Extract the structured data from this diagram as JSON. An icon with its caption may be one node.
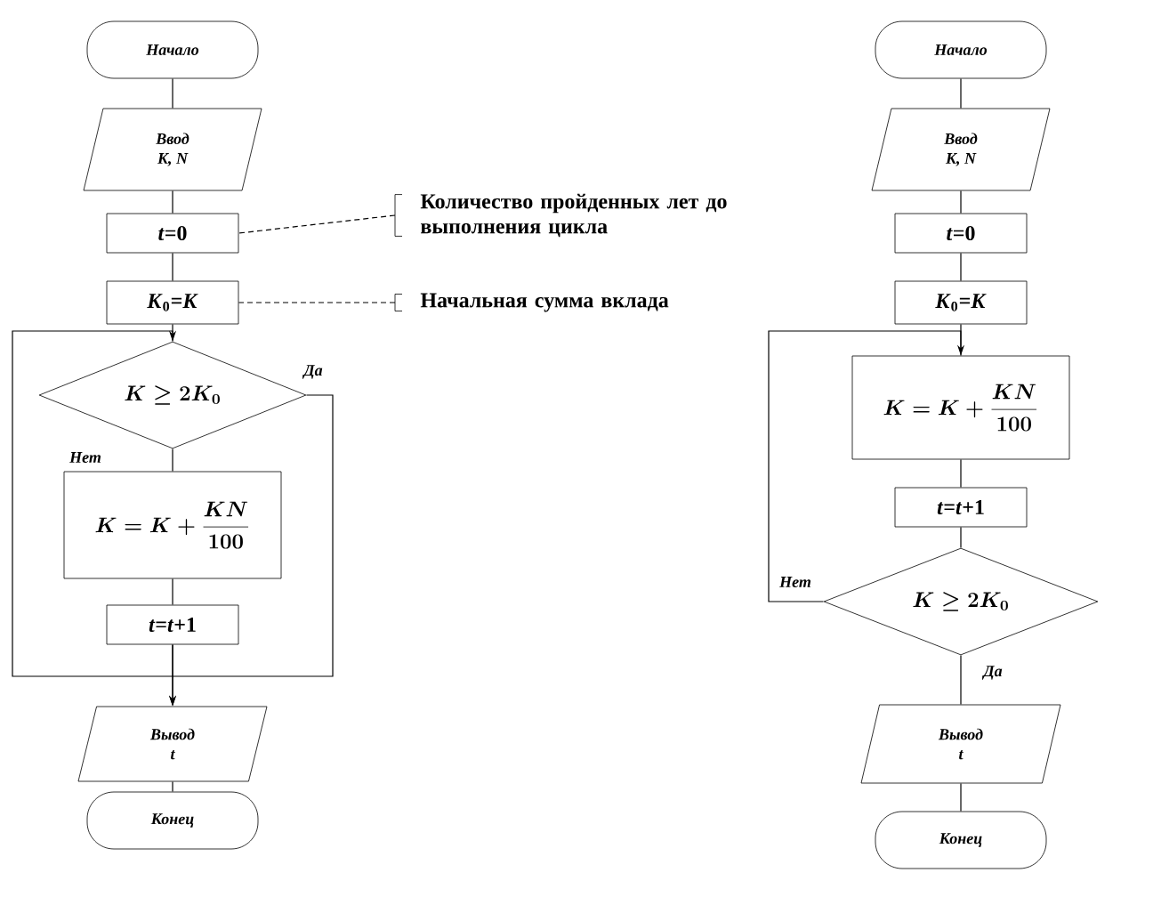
{
  "diagram": {
    "nodes": [
      {
        "text": [
          "Начало"
        ]
      },
      {
        "text": [
          "Ввод",
          "*K*, *N*"
        ]
      },
      {
        "text": [
          "*t*=0"
        ]
      },
      {
        "text": [
          "*K*$_{0}$=*K*"
        ]
      },
      {
        "text": [
          "K \\geq 2K_0"
        ]
      },
      {
        "text": [
          "K = K + \\frac{KN}{100}"
        ]
      },
      {
        "text": [
          "*t*=*t*+1"
        ]
      },
      {
        "text": [
          "Вывод",
          "*t*"
        ]
      },
      {
        "text": [
          "Конец"
        ]
      },
      {
        "text": [
          "Количество пройденных лет до выполнения цикла"
        ]
      },
      {
        "text": [
          "Начальная сумма вклада"
        ]
      },
      {
        "text": [
          "Начало"
        ]
      },
      {
        "text": [
          "Ввод",
          "*K*, *N*"
        ]
      },
      {
        "text": [
          "*t*=0"
        ]
      },
      {
        "text": [
          "*K*$_{0}$=*K*"
        ]
      },
      {
        "text": [
          "K = K + \\frac{KN}{100}"
        ]
      },
      {
        "text": [
          "*t*=*t*+1"
        ]
      },
      {
        "text": [
          "K \\geq 2K_0"
        ]
      },
      {
        "text": [
          "Вывод",
          "*t*"
        ]
      },
      {
        "text": [
          "Конец"
        ]
      }
    ],
    "edges": [
      {
        "from": 0,
        "to": 1,
        "arrow": "none"
      },
      {
        "from": 1,
        "to": 2,
        "arrow": "none"
      },
      {
        "from": 2,
        "to": 3,
        "arrow": "none"
      },
      {
        "from": 3,
        "to": 4,
        "arrow": "none"
      },
      {
        "from": 4,
        "to": 5,
        "arrow": "none",
        "label": "Нет"
      },
      {
        "from": 5,
        "to": 6,
        "arrow": "none"
      },
      {
        "from": 6,
        "to": 4,
        "arrow": "to"
      },
      {
        "from": 6,
        "to": 7,
        "arrow": "to"
      },
      {
        "from": 4,
        "to": 7,
        "arrow": "to",
        "label": "Да"
      },
      {
        "from": 7,
        "to": 8,
        "arrow": "none"
      },
      {
        "from": 9,
        "to": 2,
        "arrow": "none",
        "style": "dashed"
      },
      {
        "from": 10,
        "to": 3,
        "arrow": "none",
        "style": "dashed"
      },
      {
        "from": 11,
        "to": 12,
        "arrow": "none"
      },
      {
        "from": 12,
        "to": 13,
        "arrow": "none"
      },
      {
        "from": 13,
        "to": 14,
        "arrow": "none"
      },
      {
        "from": 14,
        "to": 15,
        "arrow": "none"
      },
      {
        "from": 15,
        "to": 16,
        "arrow": "none"
      },
      {
        "from": 16,
        "to": 17,
        "arrow": "none"
      },
      {
        "from": 17,
        "to": 15,
        "arrow": "to",
        "label": "Нет"
      },
      {
        "from": 17,
        "to": 18,
        "arrow": "none",
        "label": "Да"
      },
      {
        "from": 18,
        "to": 19,
        "arrow": "none"
      }
    ]
  }
}
